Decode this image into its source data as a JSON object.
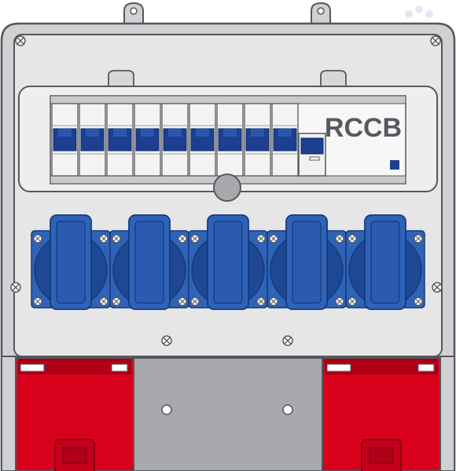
{
  "panel": {
    "label": "RCCB",
    "breaker_count": 9,
    "socket_count": 5,
    "cee_socket_count": 2
  },
  "colors": {
    "housing": "#cfd1d3",
    "housing_stroke": "#55585c",
    "inner_panel": "#e6e6e6",
    "breaker_blue": "#1d3f8f",
    "socket_blue": "#2e63b8",
    "socket_dark": "#1f4894",
    "cee_red": "#d9001b",
    "gray_plate": "#a7a9ac",
    "label_text": "#555a60"
  },
  "icons": {
    "logo": "hand-logo-icon",
    "screw": "screw-icon"
  }
}
